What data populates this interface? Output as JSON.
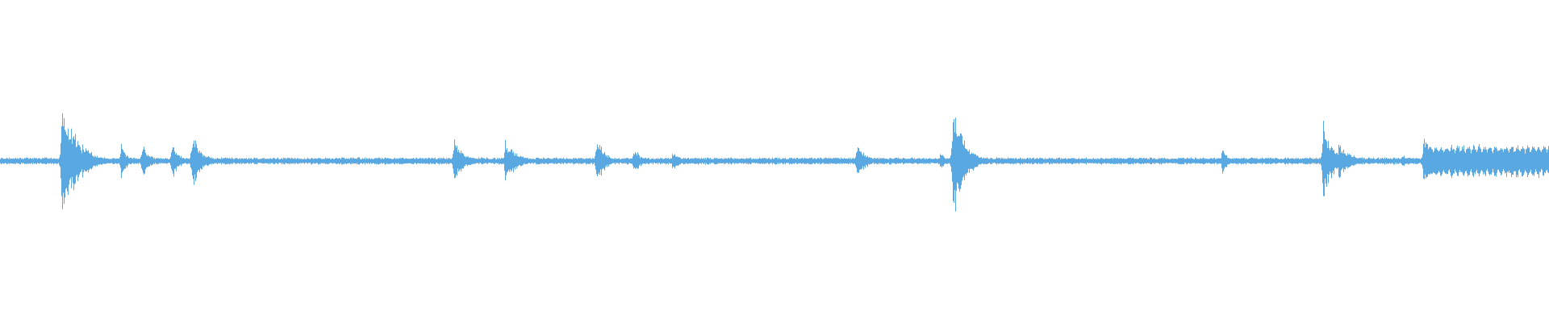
{
  "waveform": {
    "color": "#5aa8e2",
    "background": "#ffffff",
    "baseline_amplitude": 0.018,
    "plateau": {
      "start": 0.919,
      "end": 1.0,
      "amplitude": 0.11
    },
    "bursts": [
      {
        "pos": 0.04,
        "amp": 0.4,
        "decay": 0.01
      },
      {
        "pos": 0.055,
        "amp": 0.09,
        "decay": 0.006
      },
      {
        "pos": 0.078,
        "amp": 0.12,
        "decay": 0.004
      },
      {
        "pos": 0.092,
        "amp": 0.14,
        "decay": 0.004
      },
      {
        "pos": 0.111,
        "amp": 0.14,
        "decay": 0.004
      },
      {
        "pos": 0.124,
        "amp": 0.2,
        "decay": 0.005
      },
      {
        "pos": 0.133,
        "amp": 0.05,
        "decay": 0.004
      },
      {
        "pos": 0.293,
        "amp": 0.16,
        "decay": 0.006
      },
      {
        "pos": 0.326,
        "amp": 0.14,
        "decay": 0.008
      },
      {
        "pos": 0.385,
        "amp": 0.17,
        "decay": 0.005
      },
      {
        "pos": 0.409,
        "amp": 0.09,
        "decay": 0.005
      },
      {
        "pos": 0.434,
        "amp": 0.07,
        "decay": 0.005
      },
      {
        "pos": 0.553,
        "amp": 0.12,
        "decay": 0.006
      },
      {
        "pos": 0.607,
        "amp": 0.06,
        "decay": 0.004
      },
      {
        "pos": 0.615,
        "amp": 0.42,
        "decay": 0.007
      },
      {
        "pos": 0.789,
        "amp": 0.1,
        "decay": 0.003
      },
      {
        "pos": 0.854,
        "amp": 0.3,
        "decay": 0.006
      },
      {
        "pos": 0.864,
        "amp": 0.12,
        "decay": 0.008
      },
      {
        "pos": 0.905,
        "amp": 0.05,
        "decay": 0.006
      },
      {
        "pos": 0.919,
        "amp": 0.2,
        "decay": 0.006
      }
    ]
  }
}
